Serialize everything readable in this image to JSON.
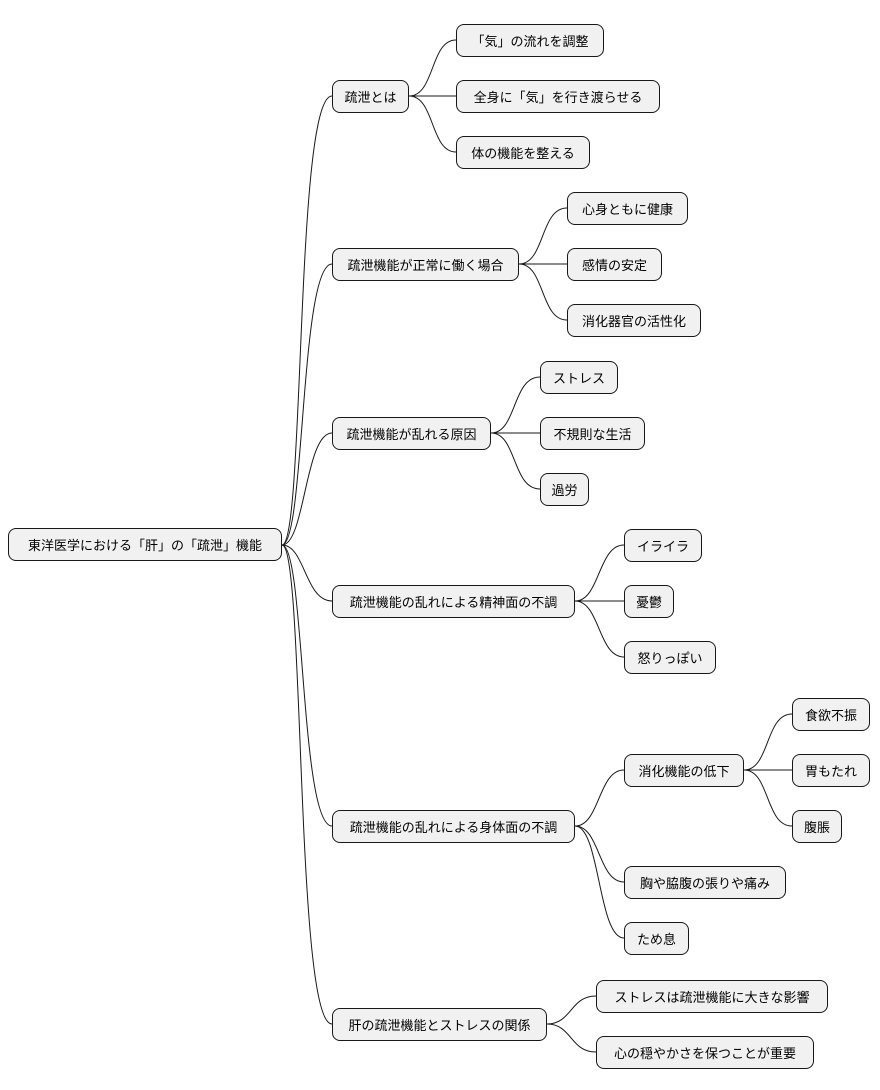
{
  "mindmap": {
    "root": {
      "label": "東洋医学における「肝」の「疏泄」機能"
    },
    "branches": [
      {
        "label": "疏泄とは",
        "children": [
          {
            "label": "「気」の流れを調整"
          },
          {
            "label": "全身に「気」を行き渡らせる"
          },
          {
            "label": "体の機能を整える"
          }
        ]
      },
      {
        "label": "疏泄機能が正常に働く場合",
        "children": [
          {
            "label": "心身ともに健康"
          },
          {
            "label": "感情の安定"
          },
          {
            "label": "消化器官の活性化"
          }
        ]
      },
      {
        "label": "疏泄機能が乱れる原因",
        "children": [
          {
            "label": "ストレス"
          },
          {
            "label": "不規則な生活"
          },
          {
            "label": "過労"
          }
        ]
      },
      {
        "label": "疏泄機能の乱れによる精神面の不調",
        "children": [
          {
            "label": "イライラ"
          },
          {
            "label": "憂鬱"
          },
          {
            "label": "怒りっぽい"
          }
        ]
      },
      {
        "label": "疏泄機能の乱れによる身体面の不調",
        "children": [
          {
            "label": "消化機能の低下",
            "children": [
              {
                "label": "食欲不振"
              },
              {
                "label": "胃もたれ"
              },
              {
                "label": "腹脹"
              }
            ]
          },
          {
            "label": "胸や脇腹の張りや痛み"
          },
          {
            "label": "ため息"
          }
        ]
      },
      {
        "label": "肝の疏泄機能とストレスの関係",
        "children": [
          {
            "label": "ストレスは疏泄機能に大きな影響"
          },
          {
            "label": "心の穏やかさを保つことが重要"
          }
        ]
      }
    ]
  }
}
